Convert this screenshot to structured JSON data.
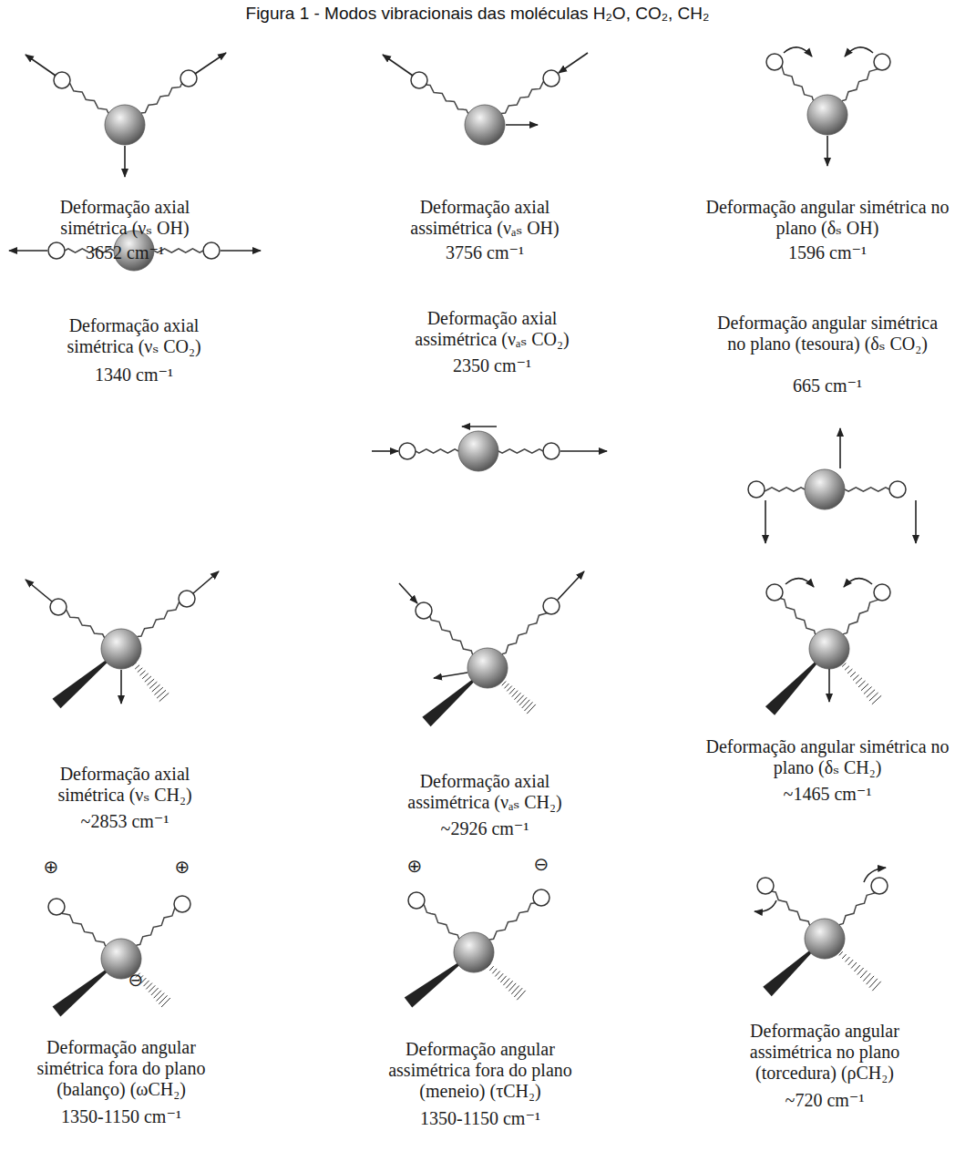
{
  "diagram": {
    "title": "Figura 1 - Modos vibracionais das moléculas H₂O, CO₂, CH₂",
    "labels": [
      "Deformação axial simétrica (νₛ OH)",
      "3652 cm⁻¹",
      "Deformação axial assimétrica (νₐₛ OH)",
      "3756 cm⁻¹",
      "Deformação angular simétrica no plano (δₛ OH)",
      "1596 cm⁻¹",
      "Deformação axial simétrica (νₛ CO₂)",
      "1340 cm⁻¹",
      "Deformação axial assimétrica (νₐₛ CO₂)",
      "2350 cm⁻¹",
      "Deformação angular simétrica no plano (tesoura) (δₛ CO₂)",
      "665 cm⁻¹",
      "Deformação axial simétrica (νₛ CH₂)",
      "~2853 cm⁻¹",
      "Deformação axial assimétrica (νₐₛ CH₂)",
      "~2926 cm⁻¹",
      "Deformação angular simétrica no plano (δₛ CH₂)",
      "~1465 cm⁻¹",
      "Deformação angular simétrica fora do plano (balanço) (ωCH₂)",
      "1350-1150 cm⁻¹",
      "Deformação angular assimétrica fora do plano (meneio) (τCH₂)",
      "1350-1150 cm⁻¹",
      "Deformação angular assimétrica no plano (torcedura) (ρCH₂)",
      "~720 cm⁻¹",
      "⊕",
      "⊕",
      "⊖",
      "⊕",
      "⊖"
    ]
  }
}
